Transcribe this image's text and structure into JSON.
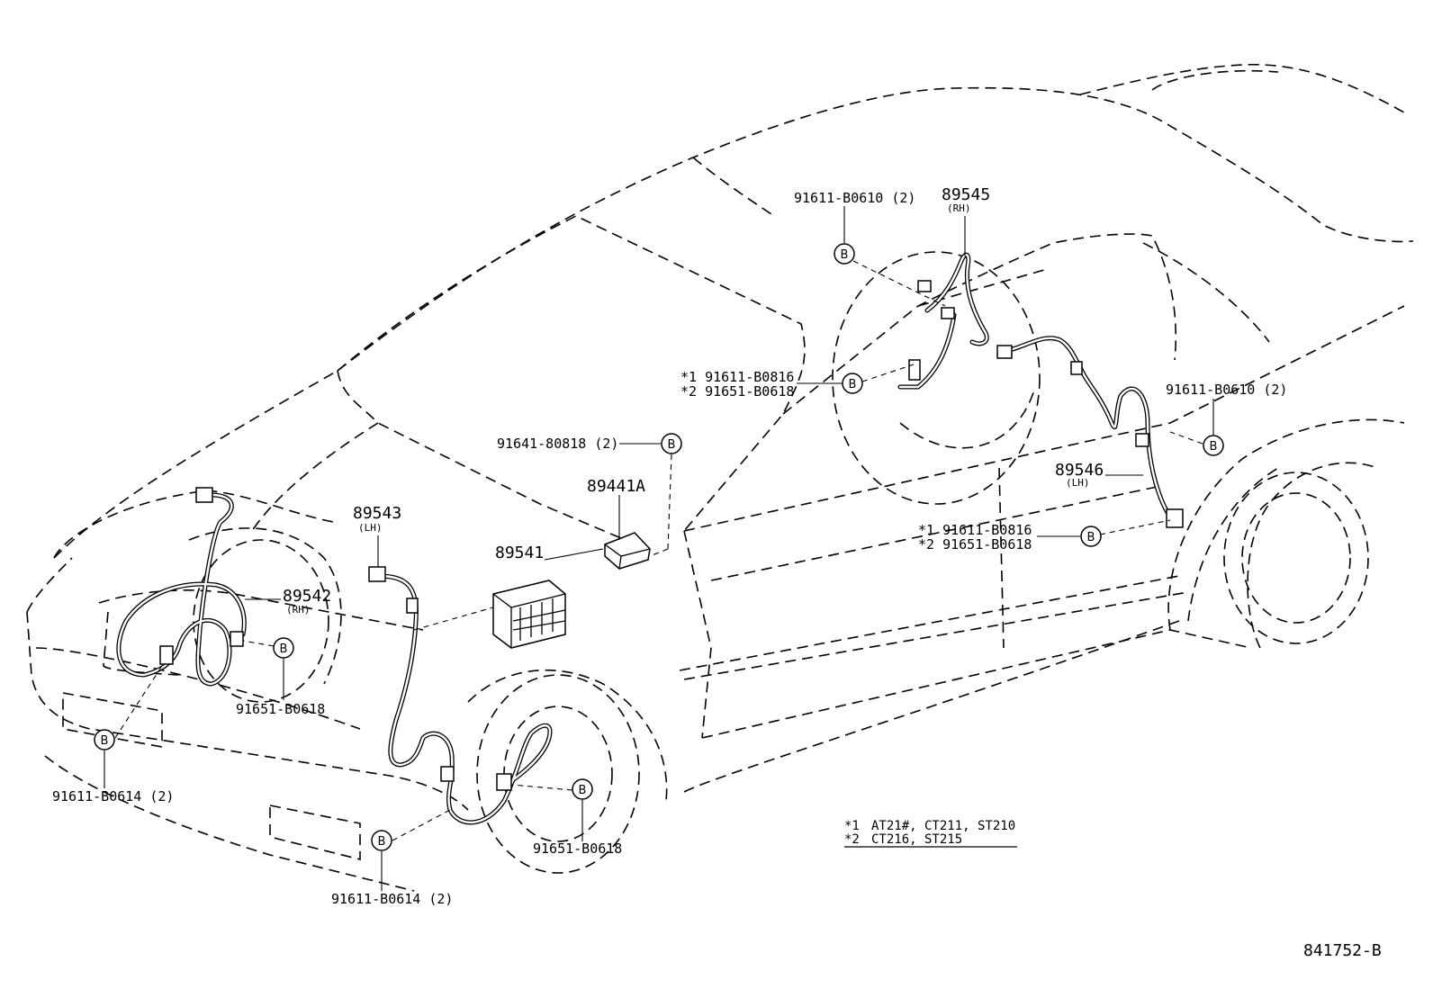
{
  "diagram_id": "841752-B",
  "badge_letter": "B",
  "notes": [
    {
      "mark": "*1",
      "text": "AT21#, CT211, ST210"
    },
    {
      "mark": "*2",
      "text": "CT216, ST215"
    }
  ],
  "parts": {
    "p89545": {
      "number": "89545",
      "side": "(RH)"
    },
    "p89546": {
      "number": "89546",
      "side": "(LH)"
    },
    "p89543": {
      "number": "89543",
      "side": "(LH)"
    },
    "p89542": {
      "number": "89542",
      "side": "(RH)"
    },
    "p89541": {
      "number": "89541"
    },
    "p89441A": {
      "number": "89441A"
    }
  },
  "fasteners": {
    "top_rh": "91611-B0610 (2)",
    "rear_rh_1": "*1 91611-B0816",
    "rear_rh_2": "*2 91651-B0618",
    "ecu_bolt": "91641-80818 (2)",
    "rear_lh_bracket": "91611-B0610 (2)",
    "rear_lh_1": "*1 91611-B0816",
    "rear_lh_2": "*2 91651-B0618",
    "front_rh_sensor": "91651-B0618",
    "front_rh_bracket": "91611-B0614 (2)",
    "front_lh_sensor": "91651-B0618",
    "front_lh_bracket": "91611-B0614 (2)"
  }
}
